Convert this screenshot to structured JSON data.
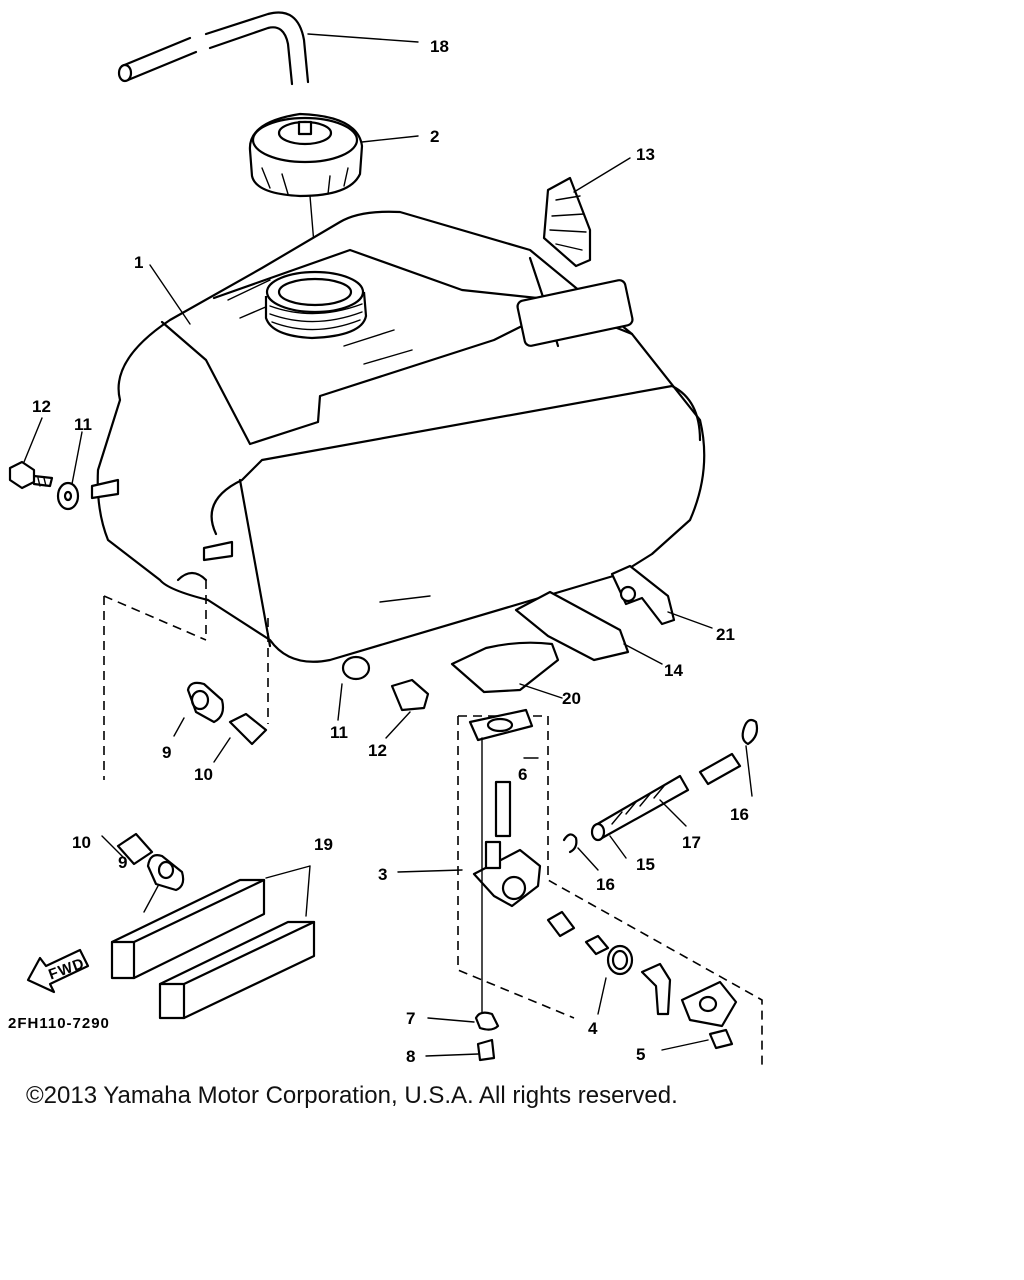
{
  "diagram_code": "2FH110-7290",
  "fwd_label": "FWD",
  "copyright": "©2013 Yamaha Motor Corporation, U.S.A. All rights reserved.",
  "callouts": {
    "c1": "1",
    "c2": "2",
    "c3": "3",
    "c4": "4",
    "c5": "5",
    "c6": "6",
    "c7": "7",
    "c8": "8",
    "c9a": "9",
    "c9b": "9",
    "c10a": "10",
    "c10b": "10",
    "c11a": "11",
    "c11b": "11",
    "c12a": "12",
    "c12b": "12",
    "c13": "13",
    "c14": "14",
    "c15": "15",
    "c16a": "16",
    "c16b": "16",
    "c17": "17",
    "c18": "18",
    "c19": "19",
    "c20": "20",
    "c21": "21"
  }
}
